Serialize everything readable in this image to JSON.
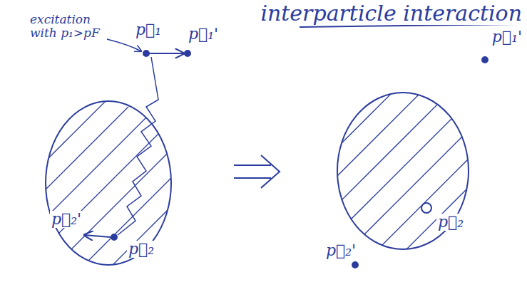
{
  "diagram": {
    "title": "interparticle interaction",
    "labels": [
      "excitation with p₁>pF",
      "p⃗₁",
      "p⃗₁'",
      "p⃗₂'",
      "p⃗₂",
      "p⃗₁'",
      "p⃗₂'",
      "p⃗₂"
    ]
  }
}
